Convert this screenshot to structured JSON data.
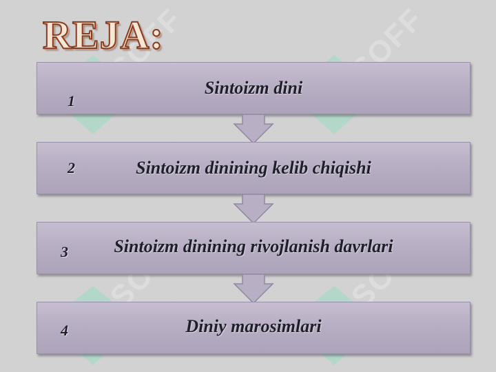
{
  "title": "REJA:",
  "watermark": "SOFF",
  "colors": {
    "background": "#d2d2d2",
    "box_fill": "#b7adc3",
    "title_fill": "#f7e6d6",
    "title_outline": "#8a3b1e",
    "text": "#1f1f2a",
    "watermark_logo": "#8fe0c0"
  },
  "items": [
    {
      "number": "1",
      "label": "Sintoizm dini"
    },
    {
      "number": "2",
      "label": "Sintoizm dinining kelib chiqishi"
    },
    {
      "number": "3",
      "label": "Sintoizm dinining rivojlanish davrlari"
    },
    {
      "number": "4",
      "label": "Diniy marosimlari"
    }
  ]
}
